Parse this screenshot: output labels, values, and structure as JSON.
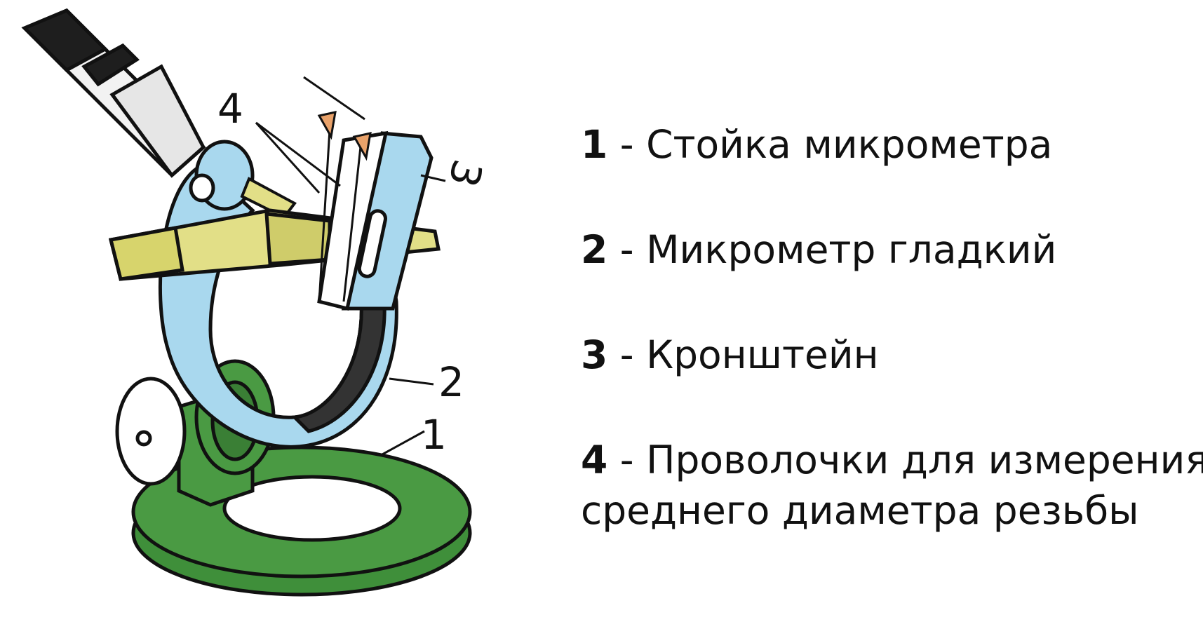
{
  "callouts": [
    "4",
    "3",
    "2",
    "1"
  ],
  "legend": [
    {
      "number": "1",
      "separator": " - ",
      "lines": [
        "Стойка микрометра"
      ]
    },
    {
      "number": "2",
      "separator": " - ",
      "lines": [
        "Микрометр гладкий"
      ]
    },
    {
      "number": "3",
      "separator": " - ",
      "lines": [
        "Кронштейн"
      ]
    },
    {
      "number": "4",
      "separator": " - ",
      "lines": [
        "Проволочки для измерения",
        "среднего диаметра резьбы"
      ]
    }
  ],
  "colors": {
    "stand": "#4a9a43",
    "frame": "#a9d8ee",
    "tap": "#e2df87",
    "tip": "#e9a26a",
    "outline": "#111111",
    "text": "#111111"
  },
  "icons": {
    "illustration": "micrometer-on-stand-measuring-thread-with-wires"
  }
}
